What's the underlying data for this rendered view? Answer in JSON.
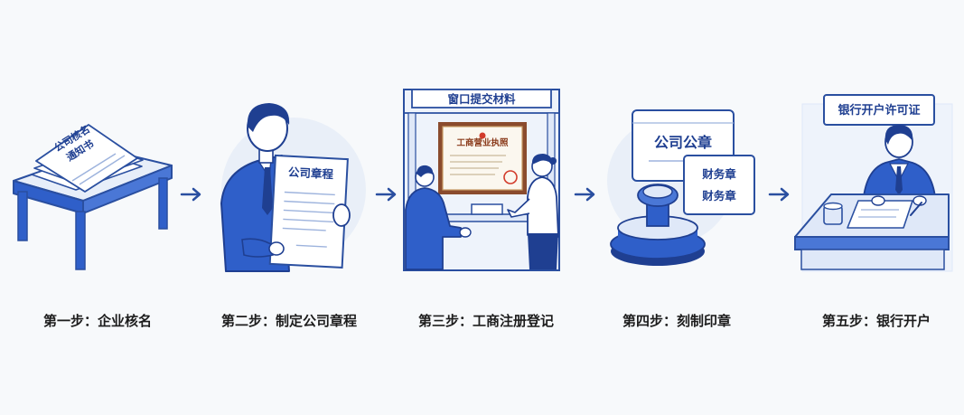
{
  "colors": {
    "primary": "#2f5fc9",
    "dark": "#1f3f91",
    "light": "#dfe8f8",
    "halo": "#e9eff8",
    "outline": "#2a4fa0",
    "text": "#1c1c1c",
    "paper": "#ffffff",
    "cert_frame": "#8a4b2e",
    "seal": "#d23b2b"
  },
  "steps": [
    {
      "label": "第一步：企业核名",
      "icon": "desk-with-documents-icon",
      "doc_text_line1": "公司核名",
      "doc_text_line2": "通知书"
    },
    {
      "label": "第二步：制定公司章程",
      "icon": "businessman-holding-charter-icon",
      "doc_title": "公司章程"
    },
    {
      "label": "第三步：工商注册登记",
      "icon": "registration-window-icon",
      "window_sign": "窗口提交材料",
      "certificate_title": "工商营业执照"
    },
    {
      "label": "第四步：刻制印章",
      "icon": "company-seal-stamp-icon",
      "board_title": "公司公章",
      "card_line1": "财务章",
      "card_line2": "财务章"
    },
    {
      "label": "第五步：银行开户",
      "icon": "bank-account-opening-icon",
      "sign_text": "银行开户许可证"
    }
  ],
  "arrows": [
    "arrow-right-icon",
    "arrow-right-icon",
    "arrow-right-icon",
    "arrow-right-icon"
  ]
}
